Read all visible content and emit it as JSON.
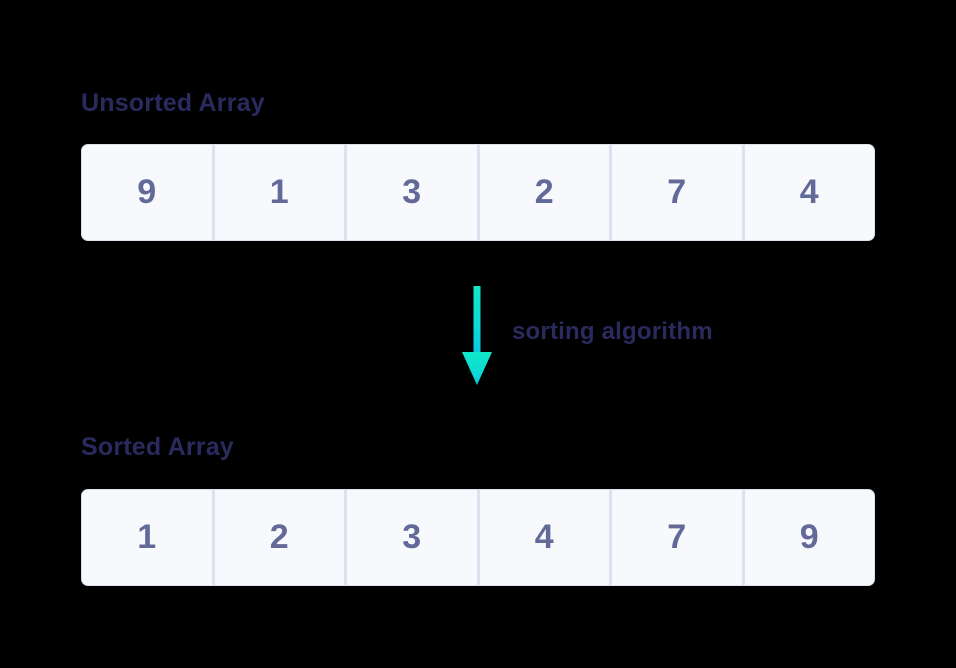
{
  "diagram": {
    "background_color": "#000000",
    "accent_text_color": "#2a2a5e",
    "cell_text_color": "#636a97",
    "cell_fill_color": "#f7f9fd",
    "cell_border_color": "#dde3ee",
    "arrow_color_top": "#10e8c9",
    "arrow_color_bottom": "#0ac6e3",
    "unsorted": {
      "label": "Unsorted Array",
      "values": [
        "9",
        "1",
        "3",
        "2",
        "7",
        "4"
      ]
    },
    "sorted": {
      "label": "Sorted Array",
      "values": [
        "1",
        "2",
        "3",
        "4",
        "7",
        "9"
      ]
    },
    "arrow": {
      "icon": "arrow-down-icon",
      "caption": "sorting algorithm"
    }
  }
}
